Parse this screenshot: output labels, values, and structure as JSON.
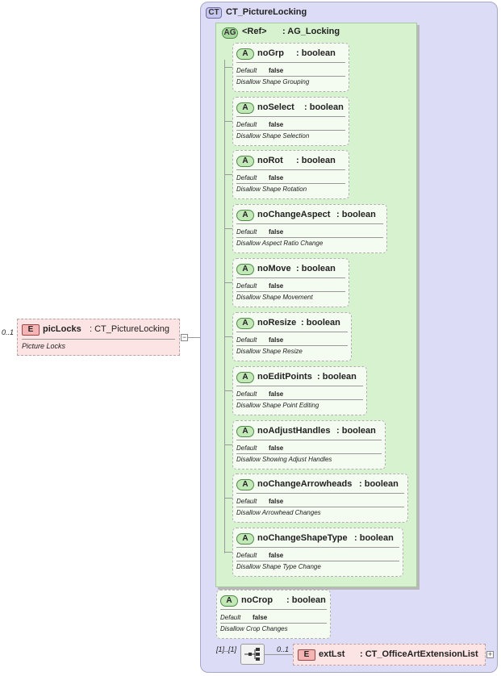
{
  "root_element": {
    "tag": "E",
    "cardinality": "0..1",
    "name": "picLocks",
    "type": ": CT_PictureLocking",
    "description": "Picture Locks"
  },
  "complex_type": {
    "tag": "CT",
    "name": "CT_PictureLocking"
  },
  "attribute_group": {
    "tag": "AG",
    "ref": "<Ref>",
    "name": ": AG_Locking"
  },
  "attributes": [
    {
      "tag": "A",
      "name": "noGrp",
      "type": ": boolean",
      "default_label": "Default",
      "default_value": "false",
      "description": "Disallow Shape Grouping"
    },
    {
      "tag": "A",
      "name": "noSelect",
      "type": ": boolean",
      "default_label": "Default",
      "default_value": "false",
      "description": "Disallow Shape Selection"
    },
    {
      "tag": "A",
      "name": "noRot",
      "type": ": boolean",
      "default_label": "Default",
      "default_value": "false",
      "description": "Disallow Shape Rotation"
    },
    {
      "tag": "A",
      "name": "noChangeAspect",
      "type": ": boolean",
      "default_label": "Default",
      "default_value": "false",
      "description": "Disallow Aspect Ratio Change"
    },
    {
      "tag": "A",
      "name": "noMove",
      "type": ": boolean",
      "default_label": "Default",
      "default_value": "false",
      "description": "Disallow Shape Movement"
    },
    {
      "tag": "A",
      "name": "noResize",
      "type": ": boolean",
      "default_label": "Default",
      "default_value": "false",
      "description": "Disallow Shape Resize"
    },
    {
      "tag": "A",
      "name": "noEditPoints",
      "type": ": boolean",
      "default_label": "Default",
      "default_value": "false",
      "description": "Disallow Shape Point Editing"
    },
    {
      "tag": "A",
      "name": "noAdjustHandles",
      "type": ": boolean",
      "default_label": "Default",
      "default_value": "false",
      "description": "Disallow Showing Adjust Handles"
    },
    {
      "tag": "A",
      "name": "noChangeArrowheads",
      "type": ": boolean",
      "default_label": "Default",
      "default_value": "false",
      "description": "Disallow Arrowhead Changes"
    },
    {
      "tag": "A",
      "name": "noChangeShapeType",
      "type": ": boolean",
      "default_label": "Default",
      "default_value": "false",
      "description": "Disallow Shape Type Change"
    }
  ],
  "extra_attribute": {
    "tag": "A",
    "name": "noCrop",
    "type": ": boolean",
    "default_label": "Default",
    "default_value": "false",
    "description": "Disallow Crop Changes"
  },
  "sequence": {
    "cardinality": "[1]..[1]"
  },
  "ext_element": {
    "tag": "E",
    "cardinality": "0..1",
    "name": "extLst",
    "type": ": CT_OfficeArtExtensionList"
  },
  "icons": {
    "expand": "minus-icon",
    "collapse": "plus-icon",
    "sequence": "sequence-icon"
  }
}
